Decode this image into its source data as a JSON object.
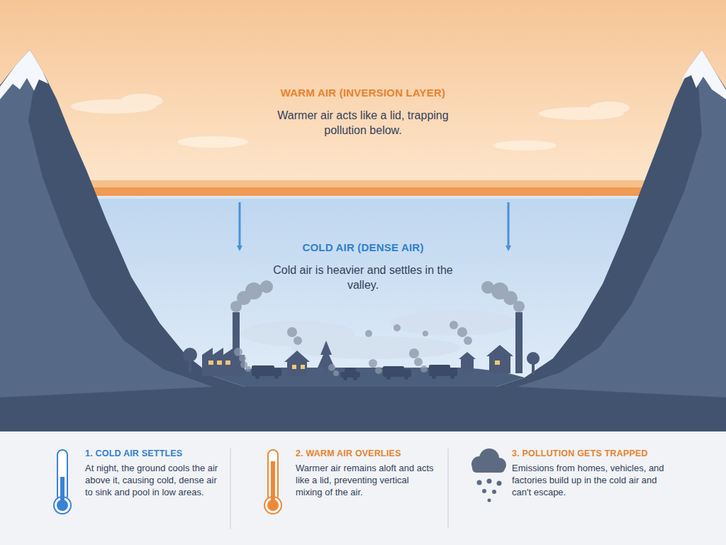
{
  "diagram": {
    "nodes": [
      {
        "text": [
          "WARM AIR (INVERSION LAYER)",
          "Warmer air acts like a lid, trapping pollution below."
        ]
      },
      {
        "text": [
          "COLD AIR (DENSE AIR)",
          "Cold air is heavier and settles in the valley."
        ]
      },
      {
        "text": [
          "1. COLD AIR SETTLES",
          "At night, the ground cools the air above it, causing cold, dense air to sink and pool in low areas."
        ]
      },
      {
        "text": [
          "2. WARM AIR OVERLIES",
          "Warmer air remains aloft and acts like a lid, preventing vertical mixing of the air."
        ]
      },
      {
        "text": [
          "3. POLLUTION GETS TRAPPED",
          "Emissions from homes, vehicles, and factories build up in the cold air and can't escape."
        ]
      }
    ]
  }
}
